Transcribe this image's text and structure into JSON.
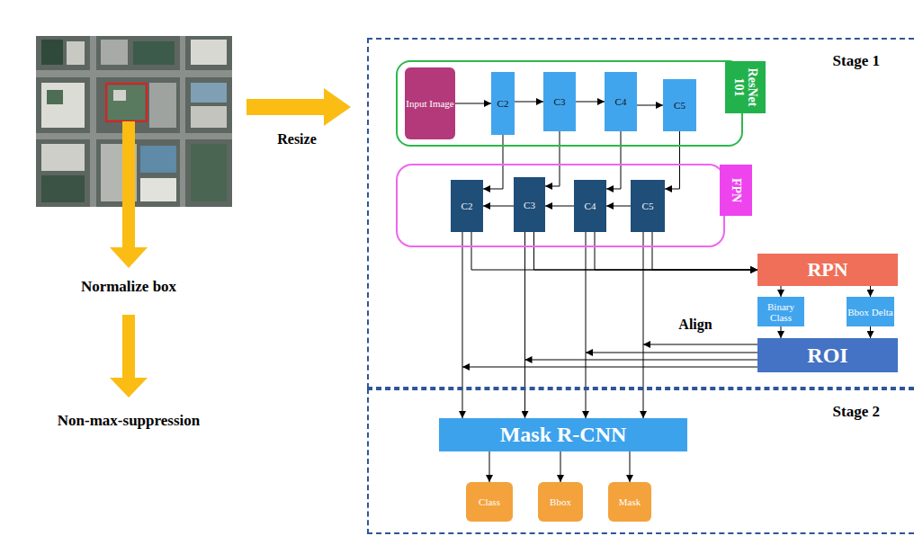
{
  "diagram": {
    "nodes": [
      {
        "text": [
          "Stage 1"
        ]
      },
      {
        "text": [
          "ResNet 101"
        ],
        "in": 0
      },
      {
        "text": [
          "Input Image"
        ],
        "in": 1
      },
      {
        "text": [
          "C2"
        ],
        "in": 1
      },
      {
        "text": [
          "C3"
        ],
        "in": 1
      },
      {
        "text": [
          "C4"
        ],
        "in": 1
      },
      {
        "text": [
          "C5"
        ],
        "in": 1
      },
      {
        "text": [
          "FPN"
        ],
        "in": 0
      },
      {
        "text": [
          "C2"
        ],
        "in": 7
      },
      {
        "text": [
          "C3"
        ],
        "in": 7
      },
      {
        "text": [
          "C4"
        ],
        "in": 7
      },
      {
        "text": [
          "C5"
        ],
        "in": 7
      },
      {
        "text": [
          "RPN"
        ],
        "in": 0
      },
      {
        "text": [
          "Binary Class"
        ],
        "in": 0
      },
      {
        "text": [
          "Bbox Delta"
        ],
        "in": 0
      },
      {
        "text": [
          "ROI"
        ],
        "in": 0
      },
      {
        "text": [
          "Stage 2"
        ]
      },
      {
        "text": [
          "Mask R-CNN"
        ],
        "in": 16
      },
      {
        "text": [
          "Class"
        ],
        "in": 16
      },
      {
        "text": [
          "Bbox"
        ],
        "in": 16
      },
      {
        "text": [
          "Mask"
        ],
        "in": 16
      }
    ],
    "edges": [
      {
        "from": 2,
        "to": 3,
        "arrow": "to"
      },
      {
        "from": 3,
        "to": 4,
        "arrow": "to"
      },
      {
        "from": 4,
        "to": 5,
        "arrow": "to"
      },
      {
        "from": 5,
        "to": 6,
        "arrow": "to"
      },
      {
        "from": 6,
        "to": 11,
        "arrow": "to"
      },
      {
        "from": 5,
        "to": 10,
        "arrow": "to"
      },
      {
        "from": 4,
        "to": 9,
        "arrow": "to"
      },
      {
        "from": 3,
        "to": 8,
        "arrow": "to"
      },
      {
        "from": 11,
        "to": 10,
        "arrow": "to"
      },
      {
        "from": 10,
        "to": 9,
        "arrow": "to"
      },
      {
        "from": 9,
        "to": 8,
        "arrow": "to"
      },
      {
        "from": 8,
        "to": 12,
        "arrow": "to"
      },
      {
        "from": 9,
        "to": 12,
        "arrow": "to"
      },
      {
        "from": 10,
        "to": 12,
        "arrow": "to"
      },
      {
        "from": 11,
        "to": 12,
        "arrow": "to"
      },
      {
        "from": 12,
        "to": 13,
        "arrow": "to"
      },
      {
        "from": 12,
        "to": 14,
        "arrow": "to"
      },
      {
        "from": 13,
        "to": 15,
        "arrow": "to"
      },
      {
        "from": 14,
        "to": 15,
        "arrow": "to"
      },
      {
        "from": 8,
        "to": 17,
        "arrow": "to"
      },
      {
        "from": 9,
        "to": 17,
        "arrow": "to"
      },
      {
        "from": 10,
        "to": 17,
        "arrow": "to"
      },
      {
        "from": 11,
        "to": 17,
        "arrow": "to"
      },
      {
        "from": 17,
        "to": 18,
        "arrow": "to"
      },
      {
        "from": 17,
        "to": 19,
        "arrow": "to"
      },
      {
        "from": 17,
        "to": 20,
        "arrow": "to"
      }
    ],
    "labels": [
      "Resize",
      "Normalize box",
      "Non-max-suppression",
      "Align"
    ]
  }
}
